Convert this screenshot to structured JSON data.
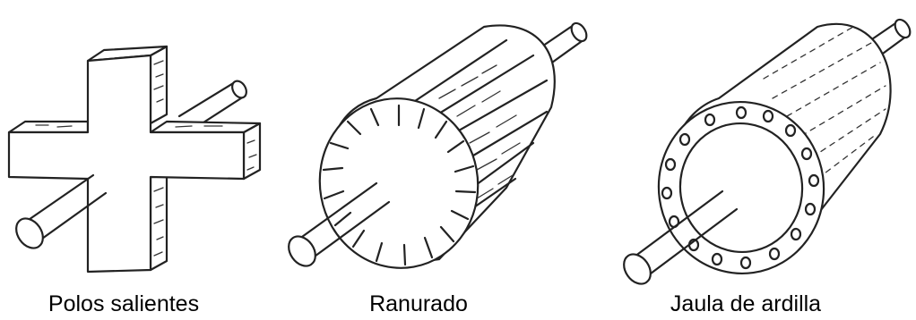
{
  "figures": [
    {
      "id": "polos",
      "caption": "Polos salientes"
    },
    {
      "id": "ranurado",
      "caption": "Ranurado"
    },
    {
      "id": "jaula",
      "caption": "Jaula de ardilla"
    }
  ]
}
